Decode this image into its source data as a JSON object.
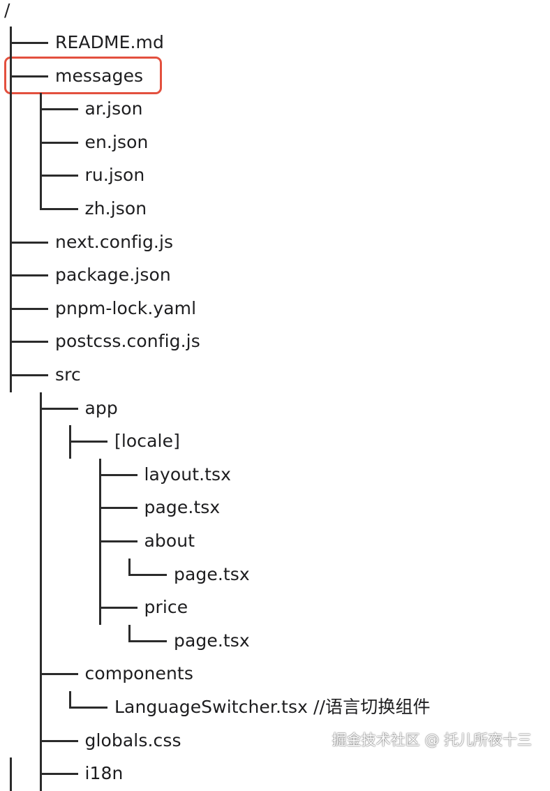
{
  "root": "/",
  "entries": [
    {
      "label": "README.md",
      "depth": 0,
      "last": false
    },
    {
      "label": "messages",
      "depth": 0,
      "last": false,
      "highlighted": true
    },
    {
      "label": "ar.json",
      "depth": 1,
      "last": false
    },
    {
      "label": "en.json",
      "depth": 1,
      "last": false
    },
    {
      "label": "ru.json",
      "depth": 1,
      "last": false
    },
    {
      "label": "zh.json",
      "depth": 1,
      "last": true
    },
    {
      "label": "next.config.js",
      "depth": 0,
      "last": false
    },
    {
      "label": "package.json",
      "depth": 0,
      "last": false
    },
    {
      "label": "pnpm-lock.yaml",
      "depth": 0,
      "last": false
    },
    {
      "label": "postcss.config.js",
      "depth": 0,
      "last": false
    },
    {
      "label": "src",
      "depth": 0,
      "last": false
    },
    {
      "label": "app",
      "depth": 1,
      "last": false
    },
    {
      "label": "[locale]",
      "depth": 2,
      "last": false
    },
    {
      "label": "layout.tsx",
      "depth": 3,
      "last": false
    },
    {
      "label": "page.tsx",
      "depth": 3,
      "last": false
    },
    {
      "label": "about",
      "depth": 3,
      "last": false
    },
    {
      "label": "page.tsx",
      "depth": 4,
      "last": true
    },
    {
      "label": "price",
      "depth": 3,
      "last": false
    },
    {
      "label": "page.tsx",
      "depth": 4,
      "last": true
    },
    {
      "label": "components",
      "depth": 1,
      "last": false
    },
    {
      "label": "LanguageSwitcher.tsx //语言切换组件",
      "depth": 2,
      "last": true
    },
    {
      "label": "globals.css",
      "depth": 1,
      "last": false
    },
    {
      "label": "i18n",
      "depth": 1,
      "last": false
    }
  ],
  "watermark": "掘金技术社区 @ 托儿所夜十三",
  "colors": {
    "highlight_border": "#e3503e",
    "text": "#1d1d1f",
    "lines": "#2b2b2b"
  }
}
